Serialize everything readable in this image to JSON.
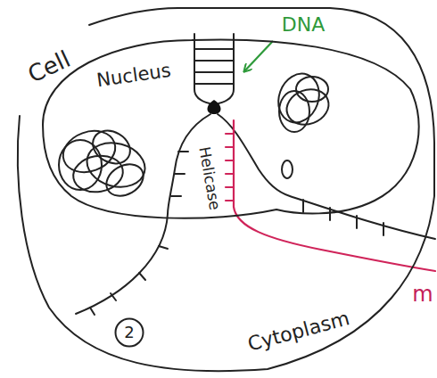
{
  "diagram": {
    "nodes": [
      {
        "text": [
          "Cell",
          "Cytoplasm"
        ]
      },
      {
        "text": [
          "Nucleus"
        ],
        "in": 0
      },
      {
        "text": [
          "2"
        ],
        "in": 0
      }
    ],
    "labels": [
      "DNA",
      "Helicase",
      "m"
    ]
  }
}
